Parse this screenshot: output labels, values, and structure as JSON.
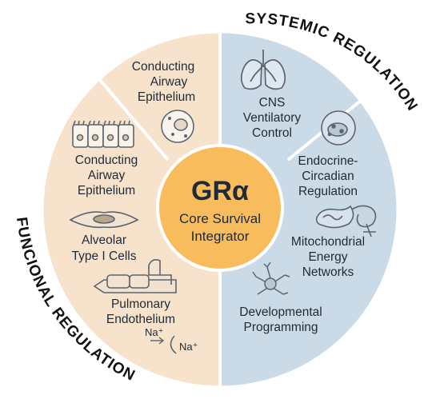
{
  "colors": {
    "left_fill": "#f7e3cb",
    "right_fill": "#cbdae7",
    "ring_stroke": "#ffffff",
    "center_fill": "#f8bc5c",
    "center_stroke": "#ffffff",
    "icon_stroke": "#5b6570"
  },
  "center": {
    "title": "GRα",
    "subtitle_line1": "Core Survival",
    "subtitle_line2": "Integrator"
  },
  "arc_labels": {
    "systemic": "SYSTEMIC REGULATION",
    "functional": "FUNCIONAL REGULATION"
  },
  "left_segments": [
    {
      "icon": "round-cell-icon",
      "lines": [
        "Conducting",
        "Airway",
        "Epithelium"
      ]
    },
    {
      "icon": "columnar-epithelium-icon",
      "lines": [
        "Conducting",
        "Airway",
        "Epithelium"
      ]
    },
    {
      "icon": "flat-alveolar-cell-icon",
      "lines": [
        "Alveolar",
        "Type I Cells"
      ]
    },
    {
      "icon": "endothelial-cells-icon",
      "lines": [
        "Pulmonary",
        "Endothelium"
      ]
    }
  ],
  "ions": {
    "left": "Na⁺",
    "right": "Na⁺"
  },
  "right_segments": [
    {
      "icon": "lungs-icon",
      "lines": [
        "CNS",
        "Ventilatory",
        "Control"
      ]
    },
    {
      "icon": "gland-icon",
      "lines": [
        "Endocrine-",
        "Circadian",
        "Regulation"
      ]
    },
    {
      "icon": "mitochondria-icon",
      "lines": [
        "Mitochondrial",
        "Energy",
        "Networks"
      ]
    },
    {
      "icon": "neuron-icon",
      "lines": [
        "Developmental",
        "Programming"
      ]
    }
  ]
}
